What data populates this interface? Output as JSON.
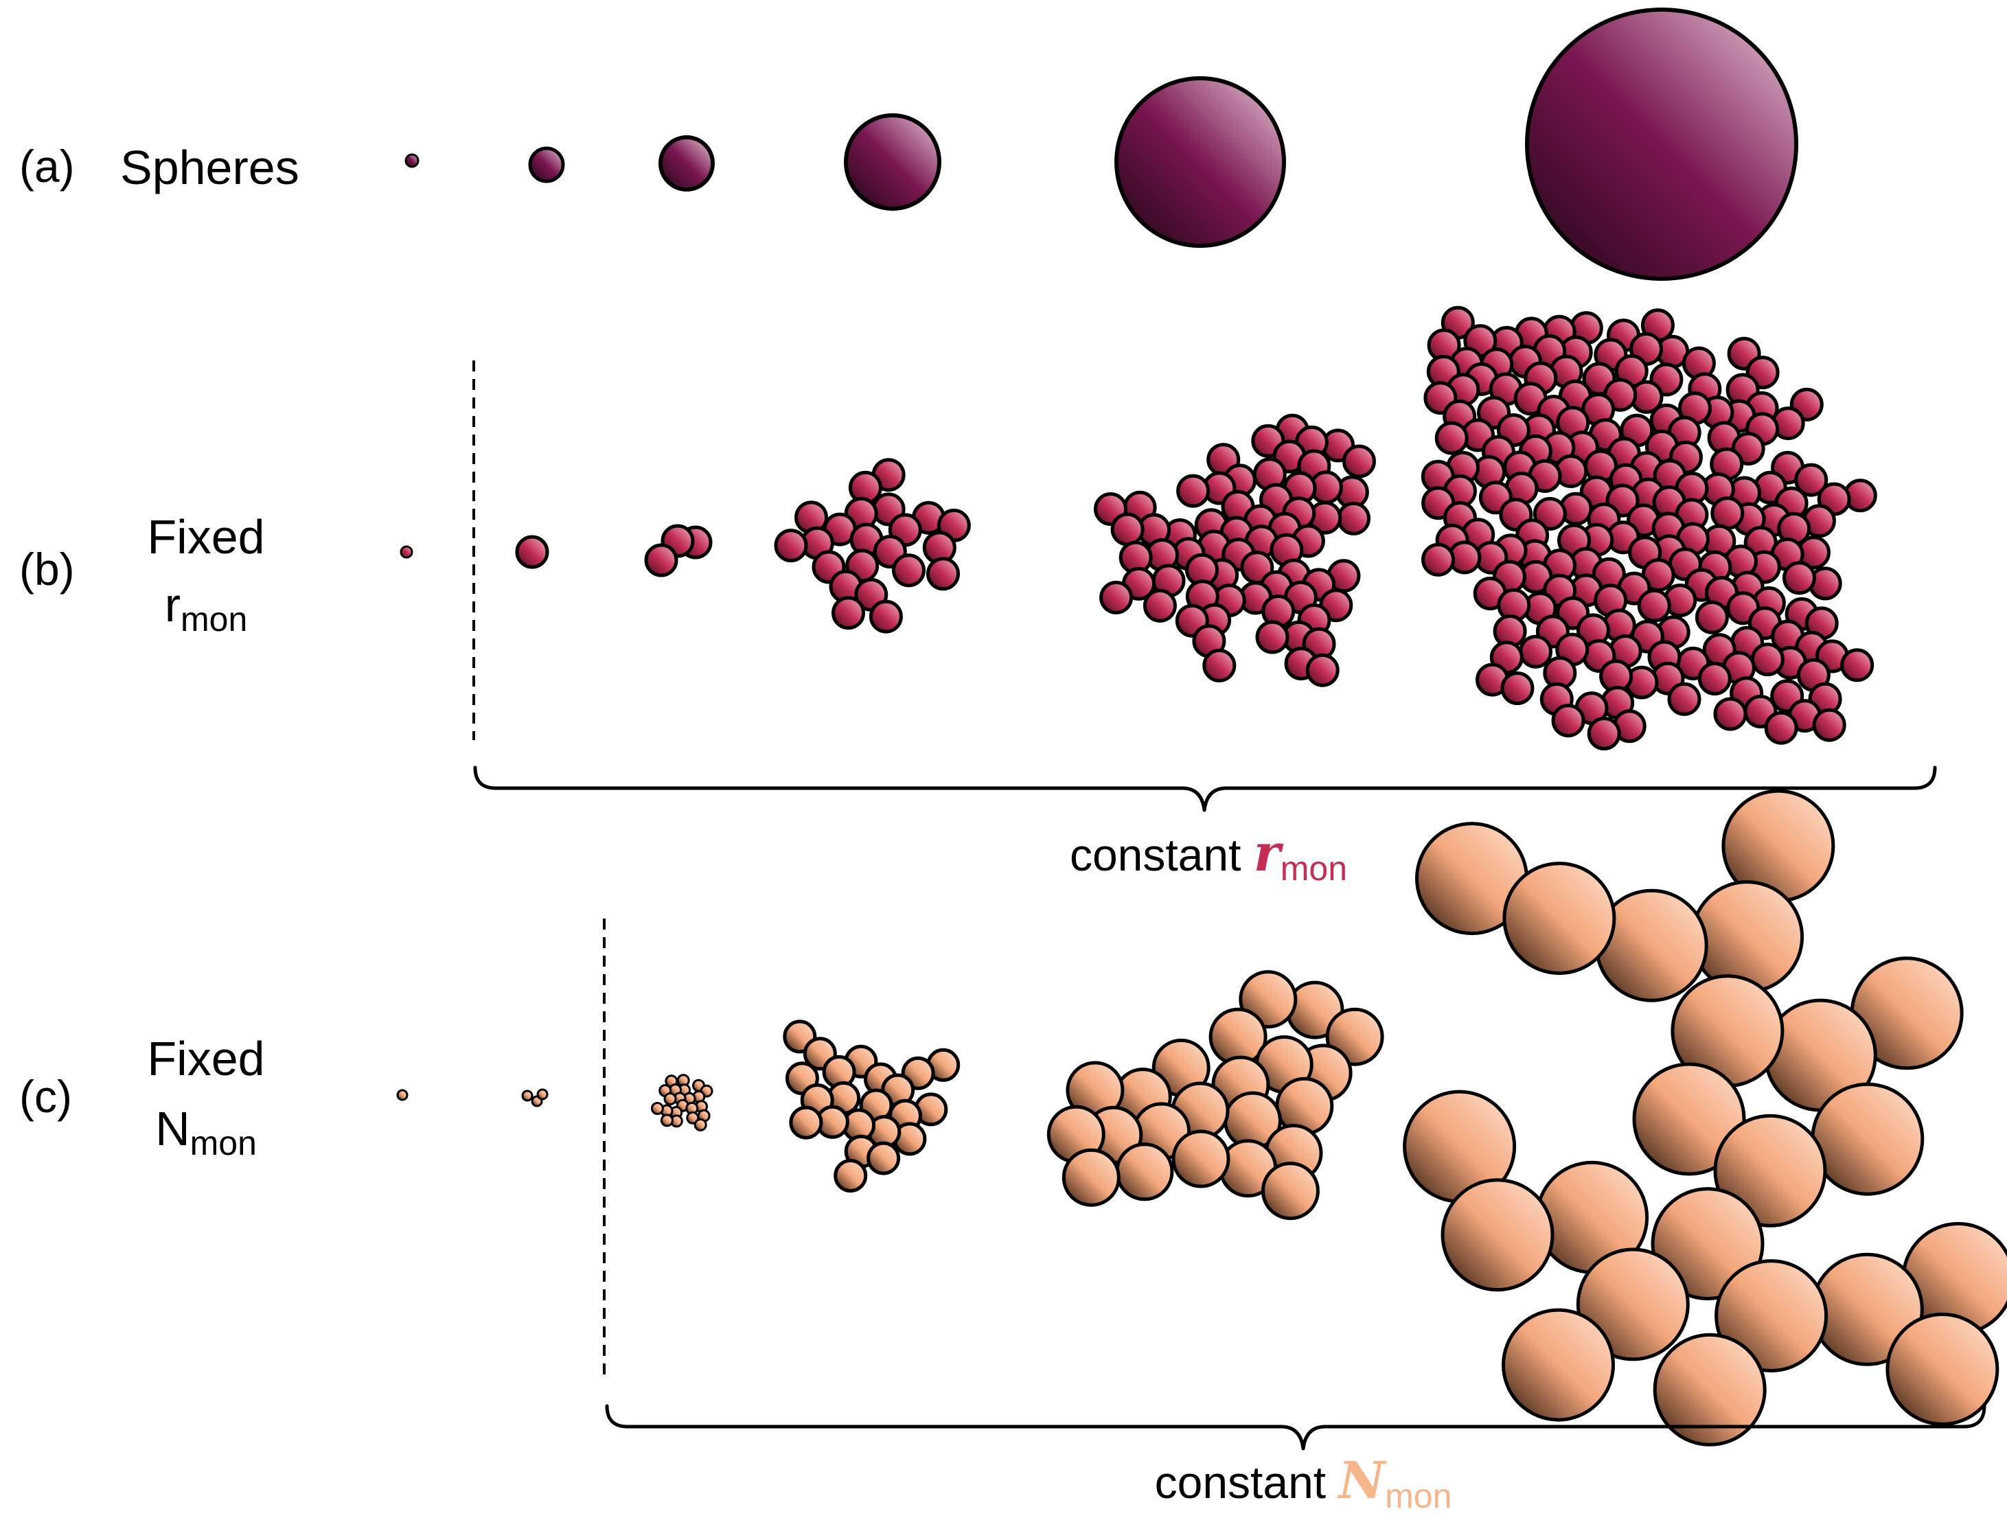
{
  "colors": {
    "spheres": "#7a1650",
    "fixed_r": "#c42e55",
    "fixed_n": "#f7b58c",
    "outline": "#000000"
  },
  "rows": [
    {
      "letter": "(a)",
      "title": "Spheres"
    },
    {
      "letter": "(b)",
      "title_main": "Fixed",
      "title_sym": "r",
      "title_sub": "mon"
    },
    {
      "letter": "(c)",
      "title_main": "Fixed",
      "title_sym": "N",
      "title_sub": "mon"
    }
  ],
  "braces": [
    {
      "word": "constant",
      "symbol": "r",
      "subscript": "mon"
    },
    {
      "word": "constant",
      "symbol": "N",
      "subscript": "mon"
    }
  ]
}
